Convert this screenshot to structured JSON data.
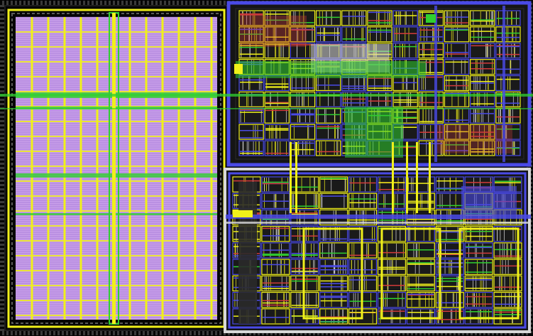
{
  "layout_view": {
    "colors": {
      "background": "#050505",
      "metal_yellow": "#f0f01a",
      "metal_blue": "#4a4ae6",
      "metal_green": "#2fd02f",
      "array_fill": "#c9a0ea",
      "array_stripe": "#8a5cc4",
      "metal_white": "#d8d8d8",
      "metal_red": "#d23a3a",
      "dark_gray": "#3a3a3a"
    },
    "regions": [
      {
        "name": "memory-array",
        "kind": "array"
      },
      {
        "name": "upper-logic-block",
        "kind": "logic"
      },
      {
        "name": "lower-logic-block",
        "kind": "logic"
      }
    ]
  }
}
